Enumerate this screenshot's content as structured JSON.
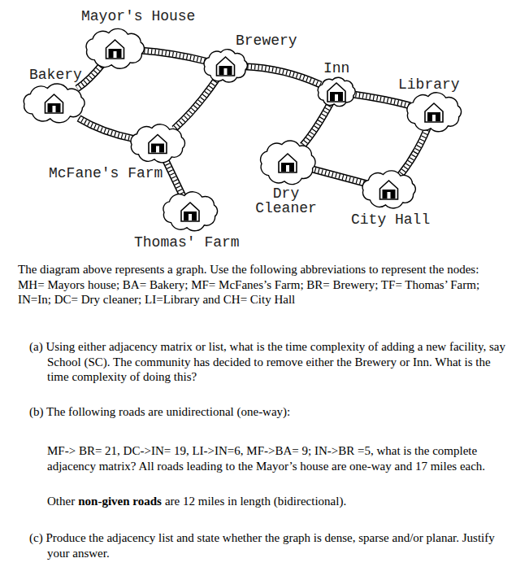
{
  "diagram": {
    "nodes": [
      {
        "text": [
          "Mayor's House"
        ]
      },
      {
        "text": [
          "Brewery"
        ]
      },
      {
        "text": [
          "Inn"
        ]
      },
      {
        "text": [
          "Bakery"
        ]
      },
      {
        "text": [
          "Library"
        ]
      },
      {
        "text": [
          "McFane's Farm"
        ]
      },
      {
        "text": [
          "Dry Cleaner"
        ]
      },
      {
        "text": [
          "City Hall"
        ]
      },
      {
        "text": [
          "Thomas' Farm"
        ]
      }
    ],
    "edges": [
      {
        "from": 0,
        "to": 3,
        "arrow": "none"
      },
      {
        "from": 0,
        "to": 1,
        "arrow": "none"
      },
      {
        "from": 3,
        "to": 5,
        "arrow": "none"
      },
      {
        "from": 1,
        "to": 5,
        "arrow": "none"
      },
      {
        "from": 5,
        "to": 8,
        "arrow": "none"
      },
      {
        "from": 1,
        "to": 2,
        "arrow": "none"
      },
      {
        "from": 2,
        "to": 4,
        "arrow": "none"
      },
      {
        "from": 2,
        "to": 6,
        "arrow": "none"
      },
      {
        "from": 4,
        "to": 7,
        "arrow": "none"
      },
      {
        "from": 6,
        "to": 7,
        "arrow": "none"
      }
    ],
    "labels": [
      "The diagram above represents a graph. Use the following abbreviations to represent the nodes:",
      "MH= Mayors house; BA= Bakery; MF= McFanes’s Farm; BR= Brewery; TF= Thomas’ Farm;",
      "IN=In; DC= Dry cleaner; LI=Library and CH= City Hall",
      "(a) Using either adjacency matrix or list, what is the time complexity of adding a new facility, say School (SC). The community has decided to remove either the Brewery or Inn. What is the time complexity of doing this?",
      "(b) The following roads are unidirectional (one-way):",
      "MF-> BR= 21, DC->IN= 19, LI->IN=6, MF->BA= 9; IN->BR =5, what is the complete adjacency matrix? All roads leading to the Mayor’s house are one-way and 17 miles each.",
      "Other",
      "non-given roads",
      "are 12 miles in length (bidirectional).",
      "(c) Produce the adjacency list and state whether the graph is dense, sparse and/or planar. Justify your answer."
    ]
  }
}
